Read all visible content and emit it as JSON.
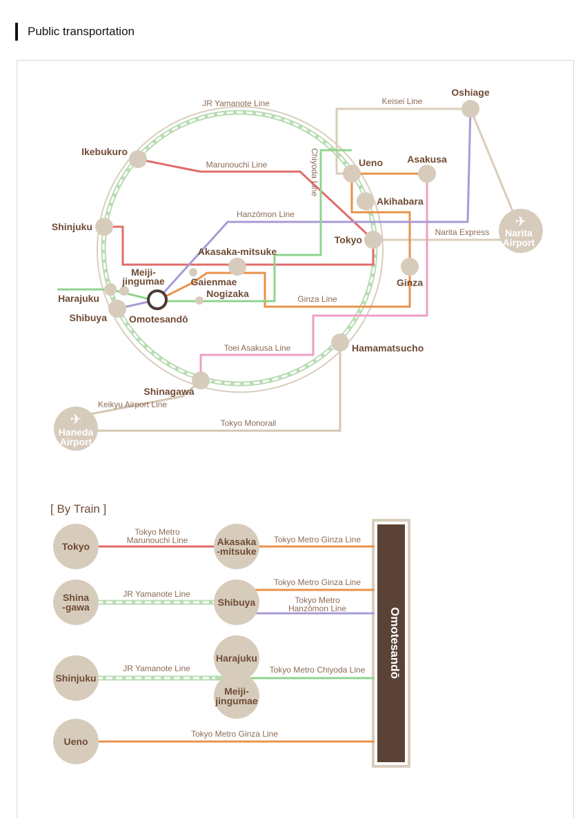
{
  "header": {
    "title": "Public transportation"
  },
  "map": {
    "lines": {
      "yamanote": "JR Yamanote Line",
      "marunouchi": "Marunouchi Line",
      "chiyoda": "Chiyoda Line",
      "keisei": "Keisei Line",
      "hanzomon": "Hanzōmon Line",
      "narita_express": "Narita Express",
      "ginza": "Ginza Line",
      "toei_asakusa": "Toei Asakusa Line",
      "keikyu": "Keikyu Airport Line",
      "monorail": "Tokyo Monorail"
    },
    "stations": {
      "oshiage": "Oshiage",
      "ikebukuro": "Ikebukuro",
      "ueno": "Ueno",
      "asakusa": "Asakusa",
      "akihabara": "Akihabara",
      "shinjuku": "Shinjuku",
      "tokyo": "Tokyo",
      "akasaka": "Akasaka-mitsuke",
      "meiji_1": "Meiji-",
      "meiji_2": "jingumae",
      "gaienmae": "Gaienmae",
      "nogizaka": "Nogizaka",
      "harajuku": "Harajuku",
      "shibuya": "Shibuya",
      "omotesando": "Omotesandō",
      "ginza": "Ginza",
      "hamamatsucho": "Hamamatsucho",
      "shinagawa": "Shinagawa",
      "narita_1": "Narita",
      "narita_2": "Airport",
      "haneda_1": "Haneda",
      "haneda_2": "Airport"
    }
  },
  "by_train": {
    "title": "[ By Train ]",
    "destination": "Omotesandō",
    "routes": {
      "tokyo": "Tokyo",
      "akasaka_1": "Akasaka",
      "akasaka_2": "-mitsuke",
      "marunouchi_1": "Tokyo Metro",
      "marunouchi_2": "Marunouchi Line",
      "ginza_line": "Tokyo Metro Ginza Line",
      "shinagawa_1": "Shina",
      "shinagawa_2": "-gawa",
      "yamanote": "JR Yamanote Line",
      "shibuya": "Shibuya",
      "ginza_line_2": "Tokyo Metro Ginza Line",
      "hanzomon_1": "Tokyo Metro",
      "hanzomon_2": "Hanzōmon Line",
      "shinjuku": "Shinjuku",
      "yamanote_2": "JR Yamanote Line",
      "harajuku": "Harajuku",
      "meiji_1": "Meiji-",
      "meiji_2": "jingumae",
      "chiyoda_line": "Tokyo Metro Chiyoda Line",
      "ueno": "Ueno",
      "ginza_line_3": "Tokyo Metro Ginza Line"
    }
  },
  "colors": {
    "station": "#d7ccbc",
    "marunouchi": "#e06b6b",
    "ginza": "#e8924a",
    "chiyoda": "#8fd48f",
    "hanzomon": "#a89ad6",
    "toei_asakusa": "#ee9fc6",
    "keisei": "#d9cdbb",
    "monorail": "#d4c6b1",
    "yamanote": "#b9dcb3",
    "destination": "#5a4236"
  }
}
